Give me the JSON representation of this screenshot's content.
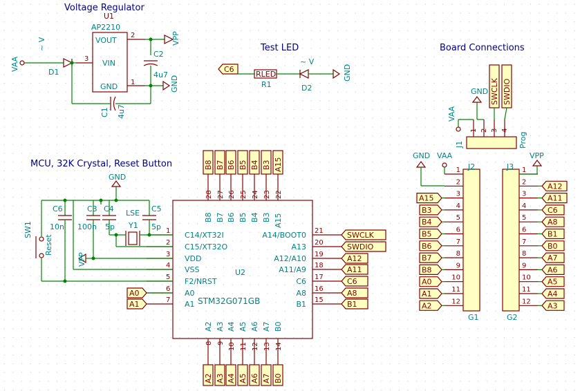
{
  "titles": {
    "regulator": "Voltage Regulator",
    "led": "Test LED",
    "board": "Board Connections",
    "mcu": "MCU, 32K Crystal, Reset Button"
  },
  "regulator": {
    "ref": "U1",
    "part": "AP2210",
    "pin_vout": "VOUT",
    "pin_vin": "VIN",
    "pin_gnd": "GND",
    "pinnum_vout": "2",
    "pinnum_vin": "3",
    "pinnum_gnd": "1",
    "vaa": "VAA",
    "vpp": "VPP",
    "gnd": "GND",
    "d1_ref": "D1",
    "d1_val": "~ V",
    "c2_ref": "C2",
    "c2_val": "4u7",
    "c1_ref": "C1",
    "c1_val": "4u7"
  },
  "led": {
    "net": "C6",
    "r_val": "RLED",
    "r_ref": "R1",
    "d_val": "~ V",
    "d_ref": "D2",
    "gnd": "GND"
  },
  "prog": {
    "ref": "J1",
    "val": "Prog",
    "vaa": "VAA",
    "gnd": "GND",
    "swclk": "SWCLK",
    "swdio": "SWDIO",
    "pins": [
      "1",
      "2",
      "3",
      "4"
    ]
  },
  "mcu": {
    "ref": "U2",
    "part": "STM32G071GB",
    "gnd": "GND",
    "vpp": "VPP",
    "lse": "LSE",
    "y1": "Y1",
    "sw_ref": "SW1",
    "sw_val": "Reset",
    "c6_ref": "C6",
    "c6_val": "10n",
    "c3_ref": "C3",
    "c3_val": "100n",
    "c4_ref": "C4",
    "c4_val": "5p",
    "c5_ref": "C5",
    "c5_val": "5p",
    "left_pins": [
      {
        "num": "1",
        "name": "C14/XT32I"
      },
      {
        "num": "2",
        "name": "C15/XT32O"
      },
      {
        "num": "3",
        "name": "VDD"
      },
      {
        "num": "4",
        "name": "VSS"
      },
      {
        "num": "5",
        "name": "F2/NRST"
      },
      {
        "num": "6",
        "name": "A0"
      },
      {
        "num": "7",
        "name": "A1"
      }
    ],
    "left_labels": [
      "A0",
      "A1"
    ],
    "right_pins": [
      {
        "num": "21",
        "name": "A14/BOOT0",
        "label": "SWCLK"
      },
      {
        "num": "20",
        "name": "A13",
        "label": "SWDIO"
      },
      {
        "num": "19",
        "name": "A12/A10",
        "label": "A12"
      },
      {
        "num": "18",
        "name": "A11/A9",
        "label": "A11"
      },
      {
        "num": "17",
        "name": "C6",
        "label": "C6"
      },
      {
        "num": "16",
        "name": "A8",
        "label": "A8"
      },
      {
        "num": "15",
        "name": "B1",
        "label": "B1"
      }
    ],
    "top_pins": [
      {
        "num": "28",
        "name": "B8"
      },
      {
        "num": "27",
        "name": "B7"
      },
      {
        "num": "26",
        "name": "B6"
      },
      {
        "num": "25",
        "name": "B5"
      },
      {
        "num": "24",
        "name": "B4"
      },
      {
        "num": "23",
        "name": "B3"
      },
      {
        "num": "22",
        "name": "A15"
      }
    ],
    "bottom_pins": [
      {
        "num": "8",
        "name": "A2"
      },
      {
        "num": "9",
        "name": "A3"
      },
      {
        "num": "10",
        "name": "A4"
      },
      {
        "num": "11",
        "name": "A5"
      },
      {
        "num": "12",
        "name": "A6"
      },
      {
        "num": "13",
        "name": "A7"
      },
      {
        "num": "14",
        "name": "B0"
      }
    ]
  },
  "headers": {
    "j2_ref": "J2",
    "j2_val": "G1",
    "j3_ref": "J3",
    "j3_val": "G2",
    "gnd": "GND",
    "vaa": "VAA",
    "vpp": "VPP",
    "pin_numbers": [
      "1",
      "2",
      "3",
      "4",
      "5",
      "6",
      "7",
      "8",
      "9",
      "10",
      "11",
      "12"
    ],
    "j2_labels": [
      "A15",
      "B3",
      "B4",
      "B5",
      "B6",
      "B7",
      "B8",
      "A0",
      "A1",
      "A2"
    ],
    "j3_labels": [
      "A12",
      "A11",
      "C6",
      "A8",
      "B1",
      "B0",
      "A7",
      "A6",
      "A5",
      "A4",
      "A3"
    ]
  }
}
